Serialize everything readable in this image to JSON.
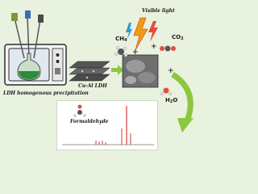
{
  "labels": {
    "process": "LDH homogenous precipitation",
    "catalyst": "Cu-Al LDH",
    "light": "Visible light",
    "reactant": "CH",
    "reactant_sub": "4",
    "product1": "CO",
    "product1_sub": "2",
    "product2": "H",
    "product2_sub": "2",
    "product2_tail": "O",
    "spectrum_product": "Formaldehyde"
  },
  "colors": {
    "background": "#e9f1df",
    "arrow": "#8dc63f",
    "microwave": "#2b2b2b",
    "flask_liquid": "#2e8b3a",
    "spectrum_line": "#d63a3a",
    "lightning": "#f39c12"
  },
  "icons": [
    "microwave-reactor-icon",
    "flask-icon",
    "ldh-sheets-icon",
    "sem-image-icon",
    "lightning-icon",
    "molecule-icon",
    "curved-arrow-icon",
    "bar-arrow-icon"
  ]
}
